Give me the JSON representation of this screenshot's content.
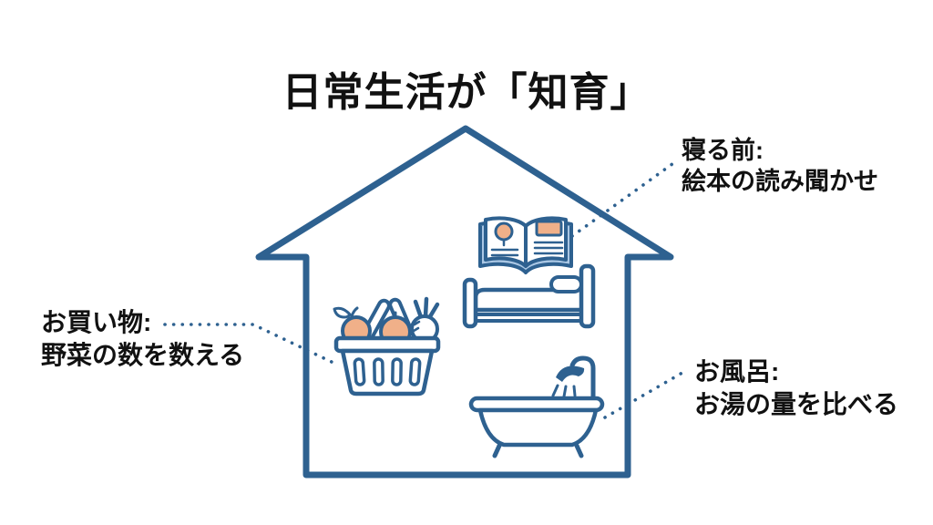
{
  "title": "日常生活が「知育」",
  "colors": {
    "outline": "#2e6190",
    "peach": "#f0b089",
    "light_blue": "#aac7e4",
    "text": "#111111",
    "background": "#ffffff"
  },
  "annotations": {
    "bedtime": {
      "heading": "寝る前:",
      "detail": "絵本の読み聞かせ"
    },
    "shopping": {
      "heading": "お買い物:",
      "detail": "野菜の数を数える"
    },
    "bath": {
      "heading": "お風呂:",
      "detail": "お湯の量を比べる"
    }
  },
  "icons": [
    "house-icon",
    "picture-book-icon",
    "bed-icon",
    "shopping-basket-icon",
    "bathtub-icon"
  ]
}
